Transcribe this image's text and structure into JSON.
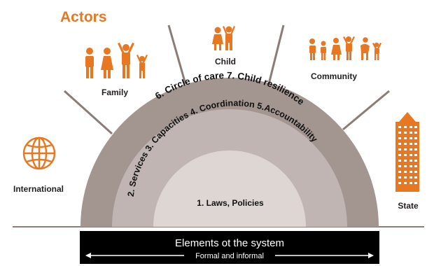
{
  "title": "Actors",
  "actors": {
    "family": "Family",
    "child": "Child",
    "community": "Community",
    "international": "International",
    "state": "State"
  },
  "rings": {
    "outer": "6. Circle of care 7. Child resilience",
    "middle": "2. Services 3. Capacities 4. Coordination 5.Accountability",
    "inner": "1. Laws, Policies"
  },
  "footer": {
    "title": "Elements ot the system",
    "subtitle": "Formal and informal"
  },
  "colors": {
    "accent": "#e87722",
    "outer_ring": "#a39590",
    "middle_ring": "#c0b5b2",
    "inner_ring": "#ddd6d3",
    "footer_bg": "#000000"
  },
  "icons": [
    "family-group-icon",
    "child-icon",
    "community-group-icon",
    "globe-icon",
    "building-icon"
  ]
}
